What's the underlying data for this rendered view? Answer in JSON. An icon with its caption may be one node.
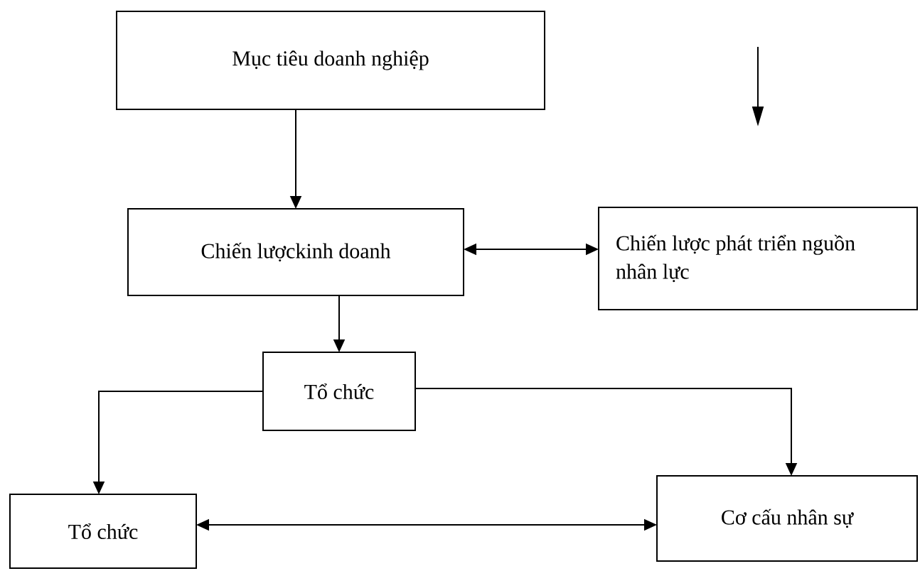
{
  "diagram": {
    "nodes": [
      {
        "text": [
          "Mục tiêu doanh nghiệp"
        ]
      },
      {
        "text": [
          "Chiến lượckinh doanh"
        ]
      },
      {
        "text": [
          "Chiến lược phát triển nguồn nhân lực"
        ]
      },
      {
        "text": [
          "Tổ chức"
        ]
      },
      {
        "text": [
          "Tổ chức"
        ]
      },
      {
        "text": [
          "Cơ cấu nhân sự"
        ]
      }
    ],
    "edges": [
      {
        "from": 0,
        "to": 1,
        "arrow": "to"
      },
      {
        "from": 1,
        "to": 2,
        "arrow": "both"
      },
      {
        "from": 1,
        "to": 3,
        "arrow": "to"
      },
      {
        "from": 3,
        "to": 4,
        "arrow": "to"
      },
      {
        "from": 3,
        "to": 5,
        "arrow": "to"
      },
      {
        "from": 4,
        "to": 5,
        "arrow": "both"
      }
    ]
  }
}
